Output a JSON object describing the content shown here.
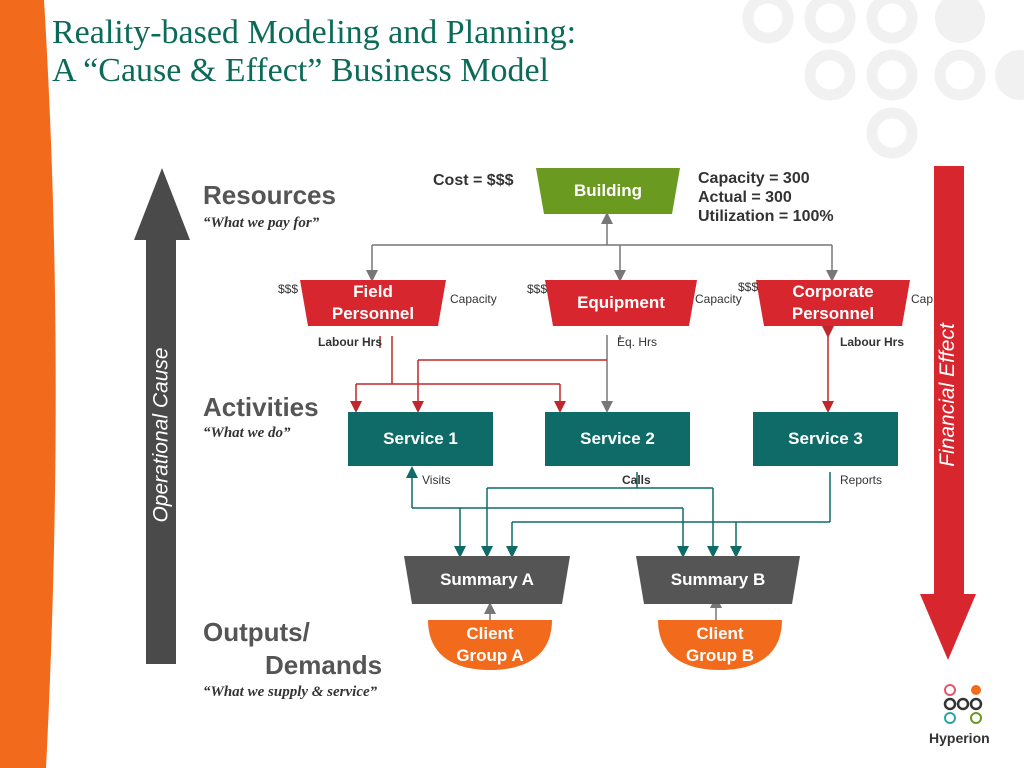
{
  "title": {
    "line1": "Reality-based Modeling and Planning:",
    "line2": "A “Cause & Effect” Business Model"
  },
  "sections": {
    "resources": {
      "title": "Resources",
      "quote": "“What we pay for”"
    },
    "activities": {
      "title": "Activities",
      "quote": "“What we do”"
    },
    "outputs": {
      "title_line1": "Outputs/",
      "title_line2": "Demands",
      "quote": "“What we supply & service”"
    }
  },
  "arrows": {
    "operational_cause": "Operational Cause",
    "financial_effect": "Financial Effect"
  },
  "building": {
    "label": "Building",
    "cost": "Cost  = $$$",
    "capacity": "Capacity = 300",
    "actual": "Actual = 300",
    "utilization": "Utilization = 100%"
  },
  "resources": [
    {
      "label_line1": "Field",
      "label_line2": "Personnel",
      "cost": "$$$",
      "capacity": "Capacity",
      "driver": "Labour Hrs"
    },
    {
      "label_line1": "Equipment",
      "label_line2": "",
      "cost": "$$$",
      "capacity": "Capacity",
      "driver": "Eq. Hrs"
    },
    {
      "label_line1": "Corporate",
      "label_line2": "Personnel",
      "cost": "$$$",
      "capacity": "Cap",
      "driver": "Labour Hrs"
    }
  ],
  "services": [
    {
      "label": "Service 1",
      "driver": "Visits"
    },
    {
      "label": "Service 2",
      "driver": "Calls"
    },
    {
      "label": "Service 3",
      "driver": "Reports"
    }
  ],
  "summaries": [
    {
      "label": "Summary A"
    },
    {
      "label": "Summary B"
    }
  ],
  "clients": [
    {
      "label_line1": "Client",
      "label_line2": "Group A"
    },
    {
      "label_line1": "Client",
      "label_line2": "Group B"
    }
  ],
  "logo": {
    "text": "Hyperion"
  },
  "colors": {
    "title": "#0c6b58",
    "building": "#6a9a1f",
    "resource": "#d8262e",
    "service": "#0f6b67",
    "summary": "#555555",
    "client": "#f26b1d",
    "left_arrow": "#4a4a4a",
    "right_arrow": "#d8262e",
    "connector_gray": "#777777",
    "connector_red": "#c0262b",
    "connector_teal": "#0f6b67"
  }
}
